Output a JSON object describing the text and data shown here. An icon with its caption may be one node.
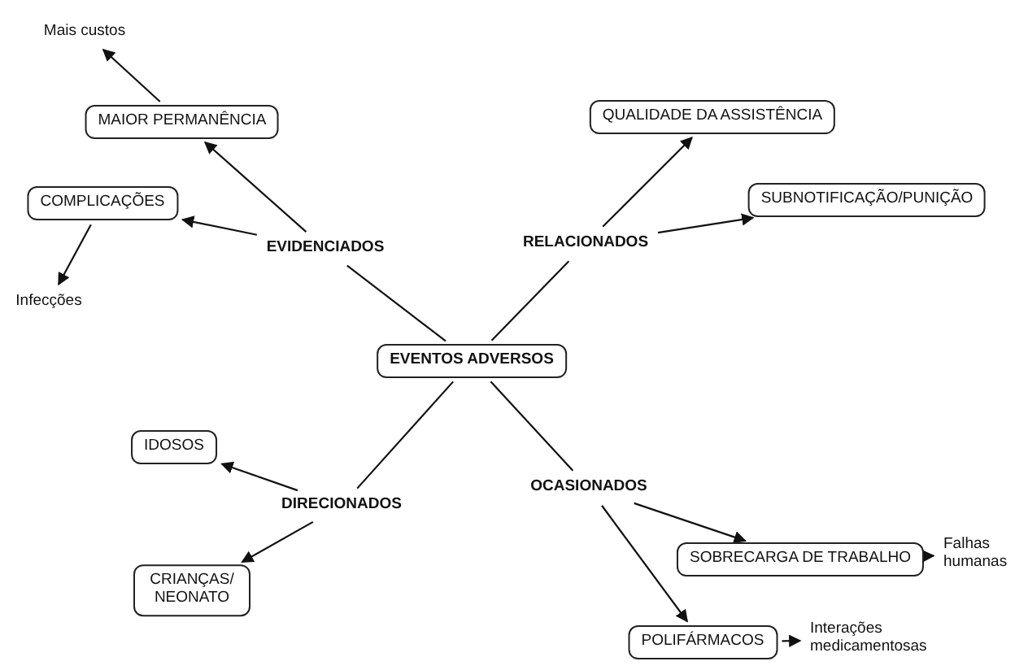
{
  "diagram": {
    "nodes": [
      {
        "text": [
          "EVENTOS ADVERSOS"
        ]
      },
      {
        "text": [
          "EVIDENCIADOS"
        ]
      },
      {
        "text": [
          "MAIOR PERMANÊNCIA"
        ]
      },
      {
        "text": [
          "Mais custos"
        ]
      },
      {
        "text": [
          "COMPLICAÇÕES"
        ]
      },
      {
        "text": [
          "Infecções"
        ]
      },
      {
        "text": [
          "RELACIONADOS"
        ]
      },
      {
        "text": [
          "QUALIDADE DA ASSISTÊNCIA"
        ]
      },
      {
        "text": [
          "SUBNOTIFICAÇÃO/PUNIÇÃO"
        ]
      },
      {
        "text": [
          "DIRECIONADOS"
        ]
      },
      {
        "text": [
          "IDOSOS"
        ]
      },
      {
        "text": [
          "CRIANÇAS/ NEONATO"
        ]
      },
      {
        "text": [
          "OCASIONADOS"
        ]
      },
      {
        "text": [
          "SOBRECARGA DE TRABALHO"
        ]
      },
      {
        "text": [
          "Falhas humanas"
        ]
      },
      {
        "text": [
          "POLIFÁRMACOS"
        ]
      },
      {
        "text": [
          "Interações medicamentosas"
        ]
      }
    ],
    "edges": [
      {
        "from": 0,
        "to": 1,
        "arrow": "none"
      },
      {
        "from": 1,
        "to": 2,
        "arrow": "to"
      },
      {
        "from": 1,
        "to": 4,
        "arrow": "to"
      },
      {
        "from": 2,
        "to": 3,
        "arrow": "to"
      },
      {
        "from": 4,
        "to": 5,
        "arrow": "to"
      },
      {
        "from": 0,
        "to": 6,
        "arrow": "none"
      },
      {
        "from": 6,
        "to": 7,
        "arrow": "to"
      },
      {
        "from": 6,
        "to": 8,
        "arrow": "to"
      },
      {
        "from": 0,
        "to": 9,
        "arrow": "none"
      },
      {
        "from": 9,
        "to": 10,
        "arrow": "to"
      },
      {
        "from": 9,
        "to": 11,
        "arrow": "to"
      },
      {
        "from": 0,
        "to": 12,
        "arrow": "none"
      },
      {
        "from": 12,
        "to": 13,
        "arrow": "to"
      },
      {
        "from": 12,
        "to": 15,
        "arrow": "to"
      },
      {
        "from": 13,
        "to": 14,
        "arrow": "to"
      },
      {
        "from": 15,
        "to": 16,
        "arrow": "to"
      }
    ]
  }
}
